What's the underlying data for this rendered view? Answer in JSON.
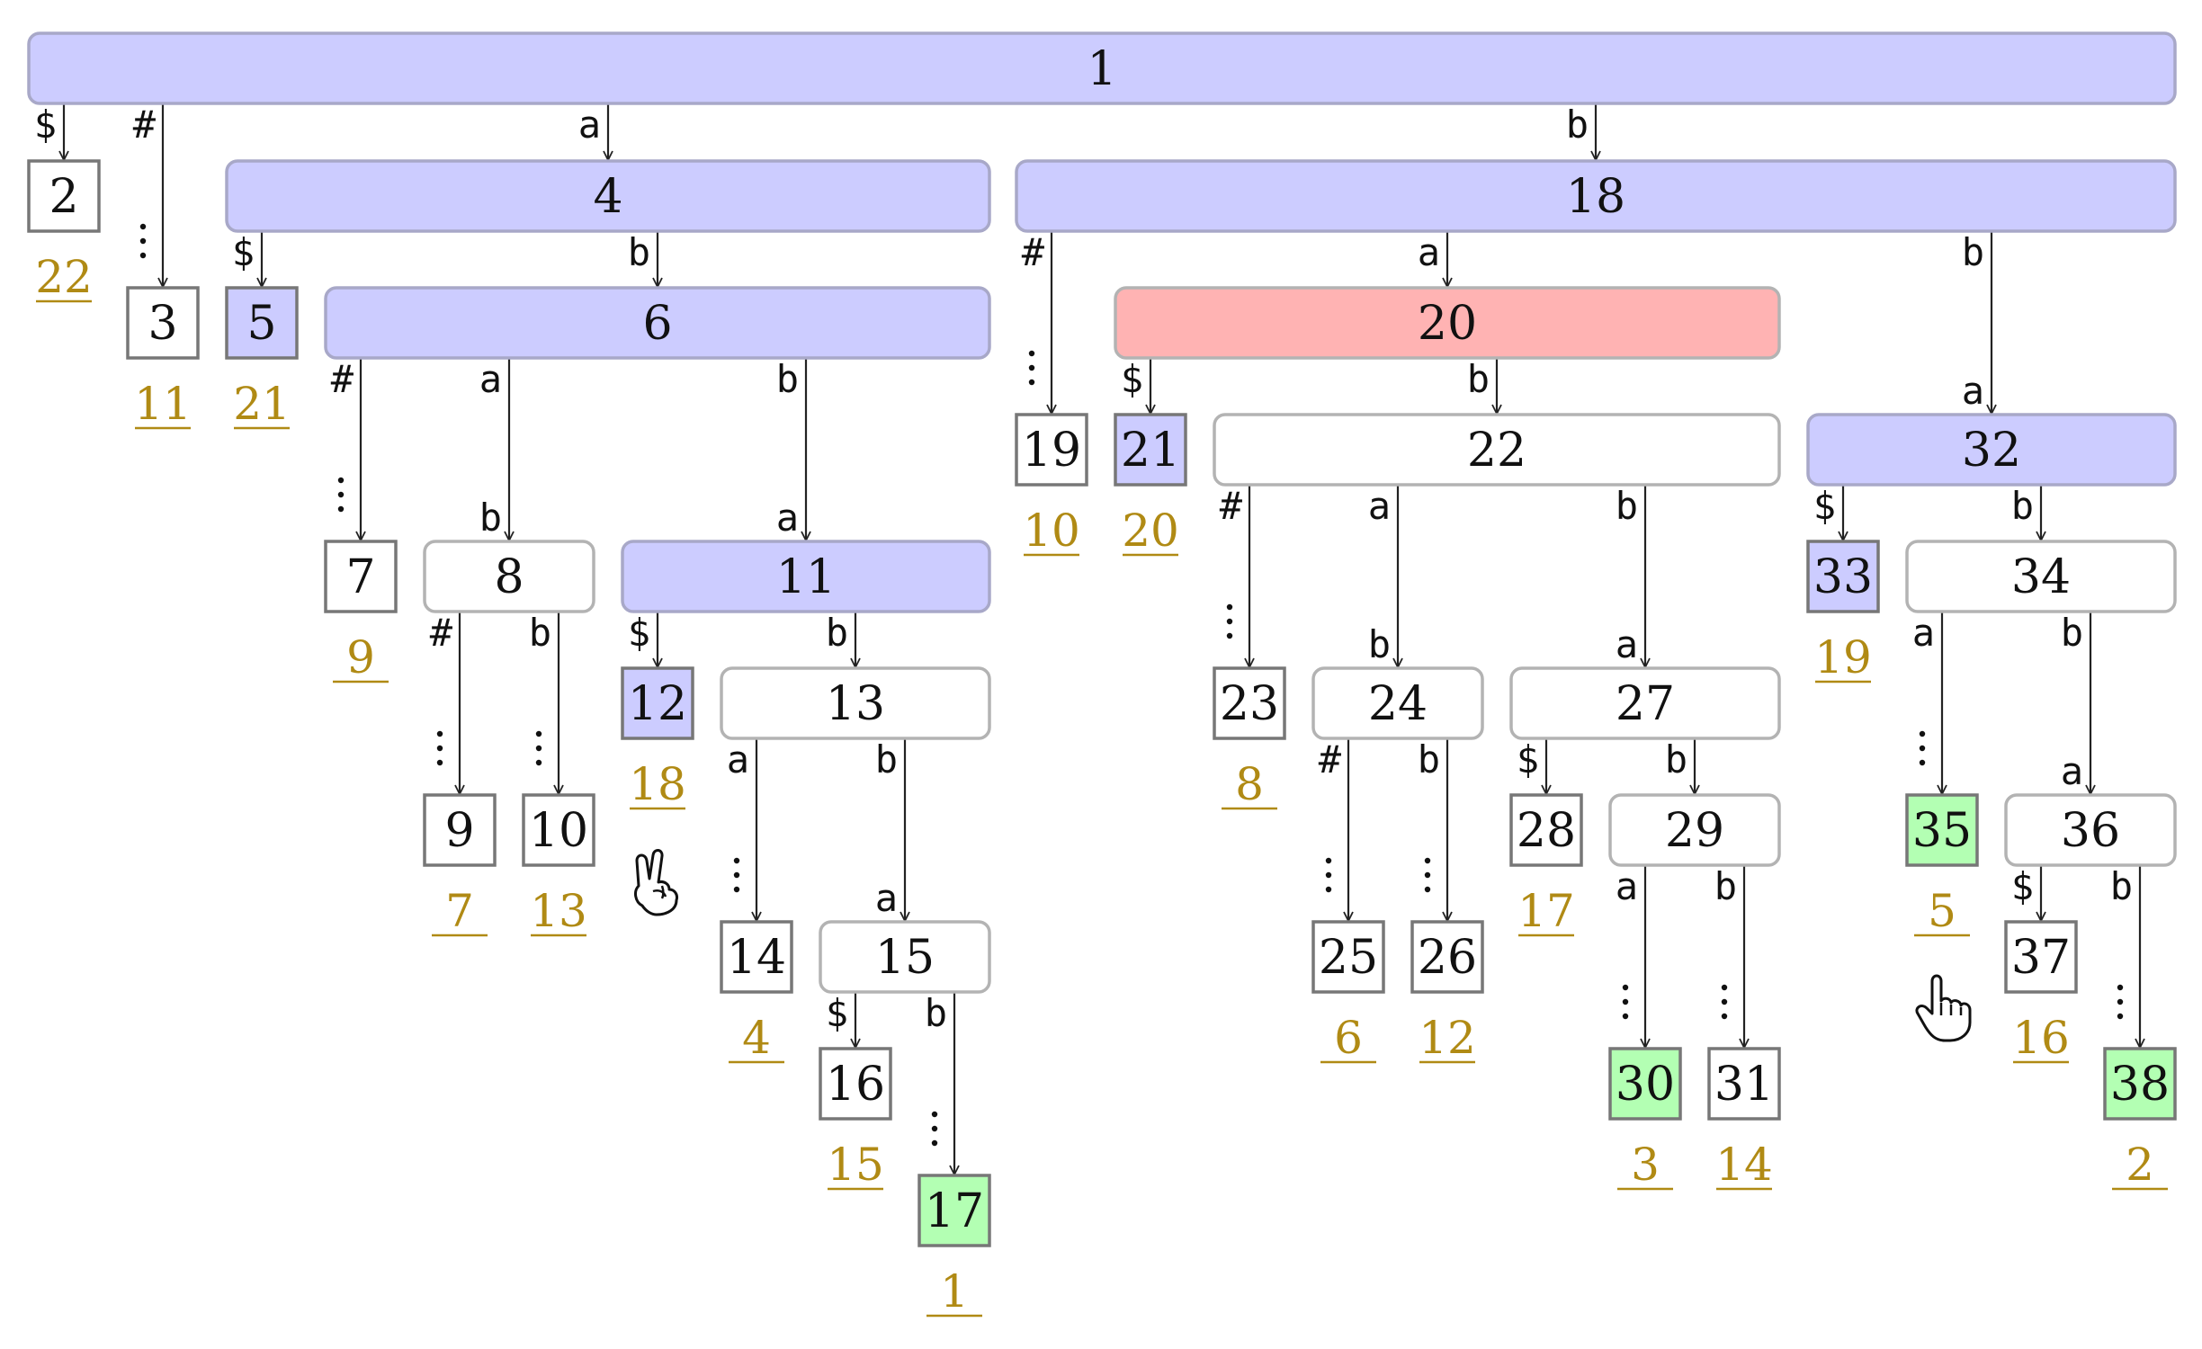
{
  "colors": {
    "blue_fill": "#ccccff",
    "blue_stroke": "#a8a8c8",
    "red_fill": "#ffb3b3",
    "green_fill": "#b3ffb3",
    "white_fill": "#ffffff",
    "gray_stroke": "#b3b3b3",
    "leaf_stroke": "#777777",
    "index_color": "#b08a14"
  },
  "nodes": [
    {
      "id": "1",
      "style": "blue",
      "shape": "round"
    },
    {
      "id": "2",
      "style": "white",
      "shape": "square"
    },
    {
      "id": "3",
      "style": "white",
      "shape": "square"
    },
    {
      "id": "4",
      "style": "blue",
      "shape": "round"
    },
    {
      "id": "5",
      "style": "blue",
      "shape": "square"
    },
    {
      "id": "6",
      "style": "blue",
      "shape": "round"
    },
    {
      "id": "7",
      "style": "white",
      "shape": "square"
    },
    {
      "id": "8",
      "style": "white",
      "shape": "round"
    },
    {
      "id": "9",
      "style": "white",
      "shape": "square"
    },
    {
      "id": "10",
      "style": "white",
      "shape": "square"
    },
    {
      "id": "11",
      "style": "blue",
      "shape": "round"
    },
    {
      "id": "12",
      "style": "blue",
      "shape": "square"
    },
    {
      "id": "13",
      "style": "white",
      "shape": "round"
    },
    {
      "id": "14",
      "style": "white",
      "shape": "square"
    },
    {
      "id": "15",
      "style": "white",
      "shape": "round"
    },
    {
      "id": "16",
      "style": "white",
      "shape": "square"
    },
    {
      "id": "17",
      "style": "green",
      "shape": "square"
    },
    {
      "id": "18",
      "style": "blue",
      "shape": "round"
    },
    {
      "id": "19",
      "style": "white",
      "shape": "square"
    },
    {
      "id": "20",
      "style": "red",
      "shape": "round"
    },
    {
      "id": "21",
      "style": "blue",
      "shape": "square"
    },
    {
      "id": "22",
      "style": "white",
      "shape": "round"
    },
    {
      "id": "23",
      "style": "white",
      "shape": "square"
    },
    {
      "id": "24",
      "style": "white",
      "shape": "round"
    },
    {
      "id": "25",
      "style": "white",
      "shape": "square"
    },
    {
      "id": "26",
      "style": "white",
      "shape": "square"
    },
    {
      "id": "27",
      "style": "white",
      "shape": "round"
    },
    {
      "id": "28",
      "style": "white",
      "shape": "square"
    },
    {
      "id": "29",
      "style": "white",
      "shape": "round"
    },
    {
      "id": "30",
      "style": "green",
      "shape": "square"
    },
    {
      "id": "31",
      "style": "white",
      "shape": "square"
    },
    {
      "id": "32",
      "style": "blue",
      "shape": "round"
    },
    {
      "id": "33",
      "style": "blue",
      "shape": "square"
    },
    {
      "id": "34",
      "style": "white",
      "shape": "round"
    },
    {
      "id": "35",
      "style": "green",
      "shape": "square"
    },
    {
      "id": "36",
      "style": "white",
      "shape": "round"
    },
    {
      "id": "37",
      "style": "white",
      "shape": "square"
    },
    {
      "id": "38",
      "style": "green",
      "shape": "square"
    }
  ],
  "edges": [
    {
      "from": "1",
      "to": "2",
      "label": "$"
    },
    {
      "from": "1",
      "to": "3",
      "label": "#",
      "dots": true
    },
    {
      "from": "1",
      "to": "4",
      "label": "a"
    },
    {
      "from": "1",
      "to": "18",
      "label": "b"
    },
    {
      "from": "4",
      "to": "5",
      "label": "$"
    },
    {
      "from": "4",
      "to": "6",
      "label": "b"
    },
    {
      "from": "6",
      "to": "7",
      "label": "#",
      "dots": true
    },
    {
      "from": "6",
      "to": "8",
      "label": "a",
      "label2": "b"
    },
    {
      "from": "6",
      "to": "11",
      "label": "b",
      "label2": "a"
    },
    {
      "from": "8",
      "to": "9",
      "label": "#",
      "dots": true
    },
    {
      "from": "8",
      "to": "10",
      "label": "b",
      "dots": true
    },
    {
      "from": "11",
      "to": "12",
      "label": "$"
    },
    {
      "from": "11",
      "to": "13",
      "label": "b"
    },
    {
      "from": "13",
      "to": "14",
      "label": "a",
      "dots": true
    },
    {
      "from": "13",
      "to": "15",
      "label": "b",
      "label2": "a"
    },
    {
      "from": "15",
      "to": "16",
      "label": "$"
    },
    {
      "from": "15",
      "to": "17",
      "label": "b",
      "dots": true
    },
    {
      "from": "18",
      "to": "19",
      "label": "#",
      "dots": true
    },
    {
      "from": "18",
      "to": "20",
      "label": "a"
    },
    {
      "from": "18",
      "to": "32",
      "label": "b",
      "label2": "a"
    },
    {
      "from": "20",
      "to": "21",
      "label": "$"
    },
    {
      "from": "20",
      "to": "22",
      "label": "b"
    },
    {
      "from": "22",
      "to": "23",
      "label": "#",
      "dots": true
    },
    {
      "from": "22",
      "to": "24",
      "label": "a",
      "label2": "b"
    },
    {
      "from": "22",
      "to": "27",
      "label": "b",
      "label2": "a"
    },
    {
      "from": "24",
      "to": "25",
      "label": "#",
      "dots": true
    },
    {
      "from": "24",
      "to": "26",
      "label": "b",
      "dots": true
    },
    {
      "from": "27",
      "to": "28",
      "label": "$"
    },
    {
      "from": "27",
      "to": "29",
      "label": "b"
    },
    {
      "from": "29",
      "to": "30",
      "label": "a",
      "dots": true
    },
    {
      "from": "29",
      "to": "31",
      "label": "b",
      "dots": true
    },
    {
      "from": "32",
      "to": "33",
      "label": "$"
    },
    {
      "from": "32",
      "to": "34",
      "label": "b"
    },
    {
      "from": "34",
      "to": "35",
      "label": "a",
      "dots": true
    },
    {
      "from": "34",
      "to": "36",
      "label": "b",
      "label2": "a"
    },
    {
      "from": "36",
      "to": "37",
      "label": "$"
    },
    {
      "from": "36",
      "to": "38",
      "label": "b",
      "dots": true
    }
  ],
  "suffix_indices": [
    {
      "node": "2",
      "value": "22"
    },
    {
      "node": "3",
      "value": "11"
    },
    {
      "node": "5",
      "value": "21"
    },
    {
      "node": "7",
      "value": "9"
    },
    {
      "node": "9",
      "value": "7"
    },
    {
      "node": "10",
      "value": "13"
    },
    {
      "node": "12",
      "value": "18"
    },
    {
      "node": "14",
      "value": "4"
    },
    {
      "node": "16",
      "value": "15"
    },
    {
      "node": "17",
      "value": "1"
    },
    {
      "node": "19",
      "value": "10"
    },
    {
      "node": "21",
      "value": "20"
    },
    {
      "node": "23",
      "value": "8"
    },
    {
      "node": "25",
      "value": "6"
    },
    {
      "node": "26",
      "value": "12"
    },
    {
      "node": "28",
      "value": "17"
    },
    {
      "node": "30",
      "value": "3"
    },
    {
      "node": "31",
      "value": "14"
    },
    {
      "node": "33",
      "value": "19"
    },
    {
      "node": "35",
      "value": "5"
    },
    {
      "node": "37",
      "value": "16"
    },
    {
      "node": "38",
      "value": "2"
    }
  ],
  "icons": [
    {
      "name": "peace-hand-icon",
      "near": "12"
    },
    {
      "name": "pointing-hand-icon",
      "near": "35"
    }
  ]
}
